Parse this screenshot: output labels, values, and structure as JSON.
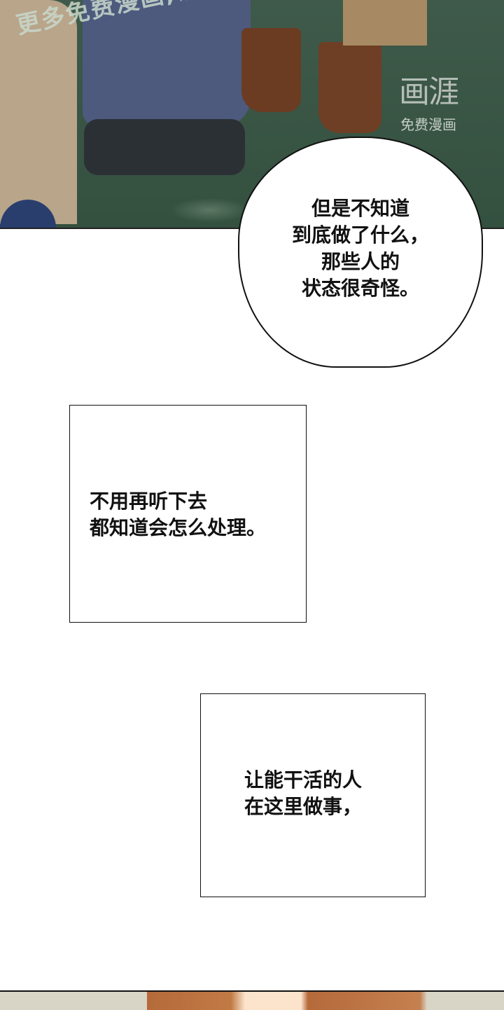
{
  "top_panel": {
    "watermark_text": "更多免费漫画,请下载",
    "logo": {
      "name": "画涯",
      "subtitle": "免费漫画"
    },
    "bubble_text": "但是不知道\n到底做了什么，\n  那些人的\n状态很奇怪。"
  },
  "caption_boxes": [
    {
      "text": "  不用再听下去\n都知道会怎么处理。"
    },
    {
      "text": "让能干活的人\n在这里做事，"
    }
  ],
  "colors": {
    "grass": "#3f5a4a",
    "ink": "#111111"
  }
}
